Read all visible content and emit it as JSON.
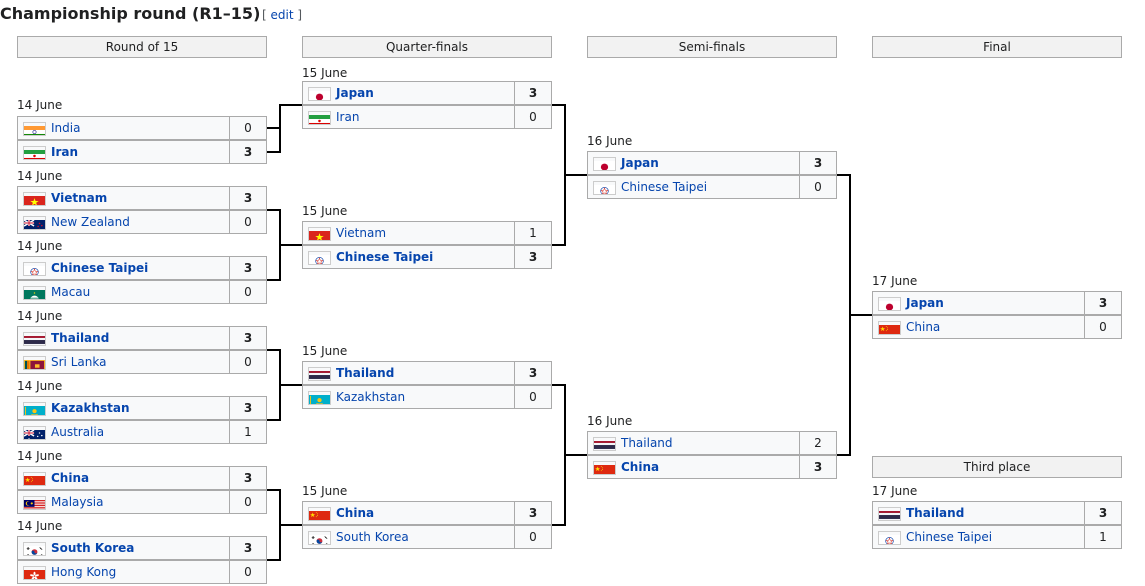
{
  "page": {
    "title": "Championship round (R1–15)",
    "edit_open": "[ ",
    "edit_label": "edit",
    "edit_close": " ]"
  },
  "rounds": {
    "r1": "Round of 15",
    "qf": "Quarter-finals",
    "sf": "Semi-finals",
    "final": "Final",
    "third": "Third place"
  },
  "matches": {
    "r1_1": {
      "date": "14 June",
      "t1": {
        "name": "India",
        "score": "0",
        "flag": "flag-india-icon"
      },
      "t2": {
        "name": "Iran",
        "score": "3",
        "flag": "flag-iran-icon"
      }
    },
    "r1_2": {
      "date": "14 June",
      "t1": {
        "name": "Vietnam",
        "score": "3",
        "flag": "flag-vietnam-icon"
      },
      "t2": {
        "name": "New Zealand",
        "score": "0",
        "flag": "flag-new-zealand-icon"
      }
    },
    "r1_3": {
      "date": "14 June",
      "t1": {
        "name": "Chinese Taipei",
        "score": "3",
        "flag": "flag-chinese-taipei-icon"
      },
      "t2": {
        "name": "Macau",
        "score": "0",
        "flag": "flag-macau-icon"
      }
    },
    "r1_4": {
      "date": "14 June",
      "t1": {
        "name": "Thailand",
        "score": "3",
        "flag": "flag-thailand-icon"
      },
      "t2": {
        "name": "Sri Lanka",
        "score": "0",
        "flag": "flag-sri-lanka-icon"
      }
    },
    "r1_5": {
      "date": "14 June",
      "t1": {
        "name": "Kazakhstan",
        "score": "3",
        "flag": "flag-kazakhstan-icon"
      },
      "t2": {
        "name": "Australia",
        "score": "1",
        "flag": "flag-australia-icon"
      }
    },
    "r1_6": {
      "date": "14 June",
      "t1": {
        "name": "China",
        "score": "3",
        "flag": "flag-china-icon"
      },
      "t2": {
        "name": "Malaysia",
        "score": "0",
        "flag": "flag-malaysia-icon"
      }
    },
    "r1_7": {
      "date": "14 June",
      "t1": {
        "name": "South Korea",
        "score": "3",
        "flag": "flag-south-korea-icon"
      },
      "t2": {
        "name": "Hong Kong",
        "score": "0",
        "flag": "flag-hong-kong-icon"
      }
    },
    "qf_1": {
      "date": "15 June",
      "t1": {
        "name": "Japan",
        "score": "3",
        "flag": "flag-japan-icon"
      },
      "t2": {
        "name": "Iran",
        "score": "0",
        "flag": "flag-iran-icon"
      }
    },
    "qf_2": {
      "date": "15 June",
      "t1": {
        "name": "Vietnam",
        "score": "1",
        "flag": "flag-vietnam-icon"
      },
      "t2": {
        "name": "Chinese Taipei",
        "score": "3",
        "flag": "flag-chinese-taipei-icon"
      }
    },
    "qf_3": {
      "date": "15 June",
      "t1": {
        "name": "Thailand",
        "score": "3",
        "flag": "flag-thailand-icon"
      },
      "t2": {
        "name": "Kazakhstan",
        "score": "0",
        "flag": "flag-kazakhstan-icon"
      }
    },
    "qf_4": {
      "date": "15 June",
      "t1": {
        "name": "China",
        "score": "3",
        "flag": "flag-china-icon"
      },
      "t2": {
        "name": "South Korea",
        "score": "0",
        "flag": "flag-south-korea-icon"
      }
    },
    "sf_1": {
      "date": "16 June",
      "t1": {
        "name": "Japan",
        "score": "3",
        "flag": "flag-japan-icon"
      },
      "t2": {
        "name": "Chinese Taipei",
        "score": "0",
        "flag": "flag-chinese-taipei-icon"
      }
    },
    "sf_2": {
      "date": "16 June",
      "t1": {
        "name": "Thailand",
        "score": "2",
        "flag": "flag-thailand-icon"
      },
      "t2": {
        "name": "China",
        "score": "3",
        "flag": "flag-china-icon"
      }
    },
    "final": {
      "date": "17 June",
      "t1": {
        "name": "Japan",
        "score": "3",
        "flag": "flag-japan-icon"
      },
      "t2": {
        "name": "China",
        "score": "0",
        "flag": "flag-china-icon"
      }
    },
    "third": {
      "date": "17 June",
      "t1": {
        "name": "Thailand",
        "score": "3",
        "flag": "flag-thailand-icon"
      },
      "t2": {
        "name": "Chinese Taipei",
        "score": "1",
        "flag": "flag-chinese-taipei-icon"
      }
    }
  },
  "colors": {
    "link": "#0645ad",
    "header_bg": "#f2f2f2",
    "cell_bg": "#f8f9fa",
    "border": "#aaaaaa",
    "connector": "#000000"
  }
}
